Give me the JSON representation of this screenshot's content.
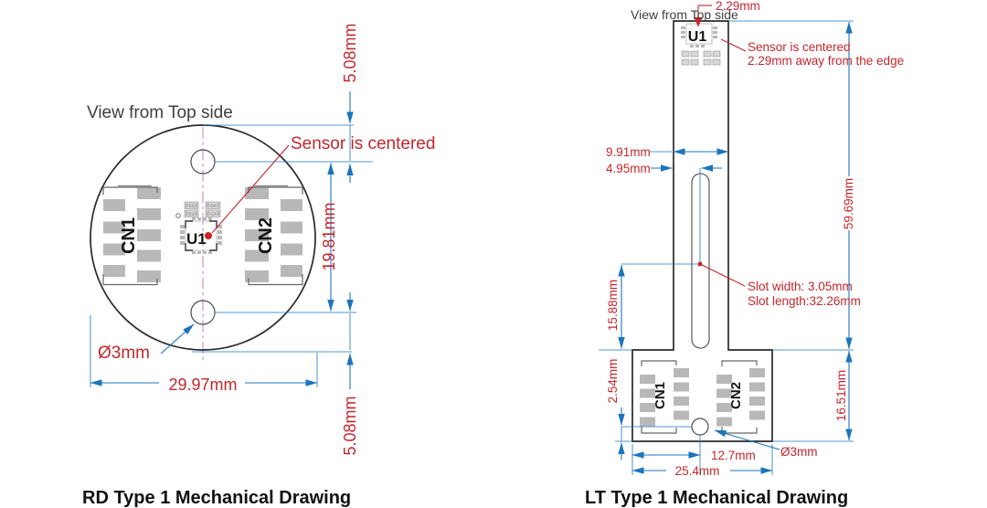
{
  "colors": {
    "dimension_blue": "#1b75bc",
    "annotation_red": "#c1272d",
    "outline_black": "#2a2a2a",
    "pad_gray": "#b8b8b8",
    "centerline_purple": "#c582c5",
    "background": "#ffffff"
  },
  "rd": {
    "view_label": "View from Top side",
    "sensor_note": "Sensor is centered",
    "chip": "U1",
    "cn1": "CN1",
    "cn2": "CN2",
    "caps": {
      "c1": "C1",
      "c2": "C2",
      "c3": "C3",
      "c4": "C4"
    },
    "dim_top_offset": "5.08mm",
    "dim_hole_spacing": "19.81mm",
    "dim_bottom_offset": "5.08mm",
    "dim_width": "29.97mm",
    "dim_hole_dia": "Ø3mm",
    "caption": "RD Type 1 Mechanical Drawing"
  },
  "lt": {
    "view_label": "View from Top side",
    "dim_sensor_offset": "2.29mm",
    "sensor_note1": "Sensor is centered",
    "sensor_note2": "2.29mm away from the edge",
    "chip": "U1",
    "cn1": "CN1",
    "cn2": "CN2",
    "dim_neck_width": "9.91mm",
    "dim_neck_half": "4.95mm",
    "slot_note1": "Slot width: 3.05mm",
    "slot_note2": "Slot length:32.26mm",
    "dim_upper_len": "59.69mm",
    "dim_slot_to_base": "15.88mm",
    "dim_hole_offset": "2.54mm",
    "dim_base_height": "16.51mm",
    "dim_hole_x": "12.7mm",
    "dim_base_width": "25.4mm",
    "dim_hole_dia": "Ø3mm",
    "caption": "LT Type 1 Mechanical Drawing"
  }
}
